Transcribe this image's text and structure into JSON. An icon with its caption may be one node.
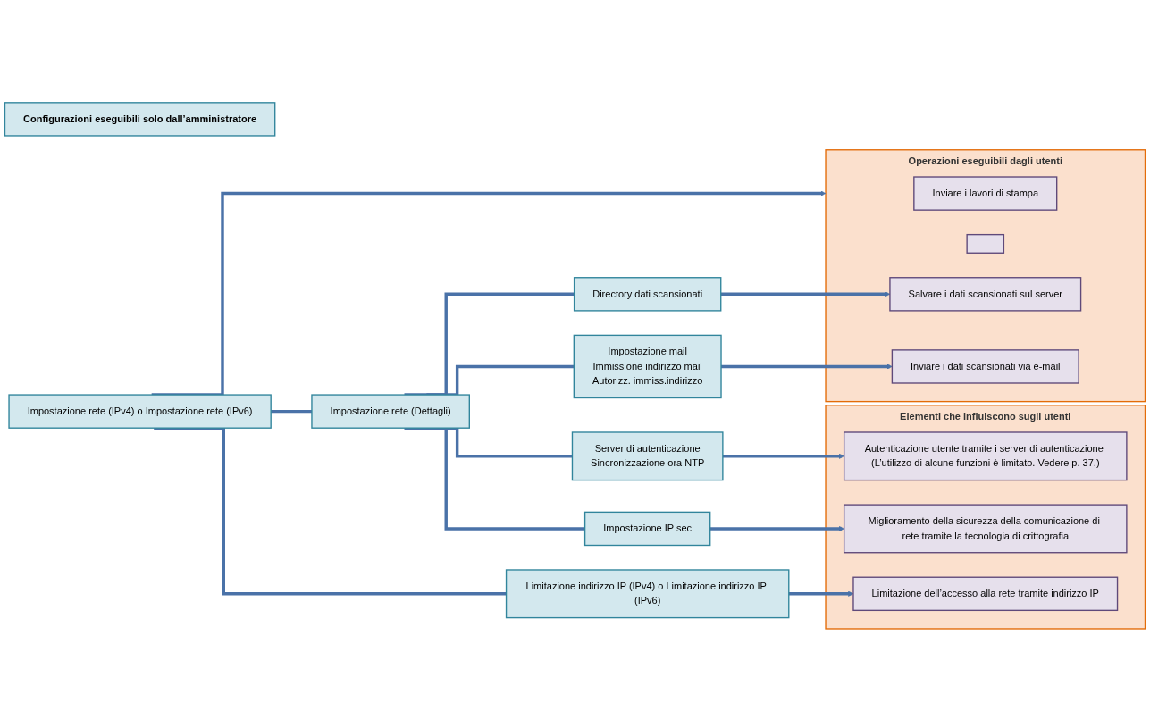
{
  "diagram": {
    "nodes": [
      {
        "text": [
          "Configurazioni eseguibili solo dall’amministratore"
        ]
      },
      {
        "text": [
          "Operazioni eseguibili dagli utenti"
        ]
      },
      {
        "text": [
          "Inviare i lavori di stampa"
        ],
        "in": 1
      },
      {
        "text": [],
        "shape": "box",
        "in": 1
      },
      {
        "text": [
          "Salvare i dati scansionati sul server"
        ],
        "in": 1
      },
      {
        "text": [
          "Inviare i dati scansionati via e-mail"
        ],
        "in": 1
      },
      {
        "text": [
          "Elementi che influiscono sugli utenti"
        ]
      },
      {
        "text": [
          "Autenticazione utente tramite i server di autenticazione (L’utilizzo di alcune funzioni è limitato. Vedere p. 37.)"
        ],
        "in": 6
      },
      {
        "text": [
          "Miglioramento della sicurezza della comunicazione di rete tramite la tecnologia di crittografia"
        ],
        "in": 6
      },
      {
        "text": [
          "Limitazione dell’accesso alla rete tramite indirizzo IP"
        ],
        "in": 6
      },
      {
        "text": [
          "Impostazione rete (IPv4) o Impostazione rete (IPv6)"
        ]
      },
      {
        "text": [
          "Impostazione rete (Dettagli)"
        ]
      },
      {
        "text": [
          "Directory dati scansionati"
        ]
      },
      {
        "text": [
          "Impostazione mail",
          "Immissione indirizzo mail",
          "Autorizz. immiss.indirizzo"
        ]
      },
      {
        "text": [
          "Server di autenticazione",
          "Sincronizzazione ora NTP"
        ]
      },
      {
        "text": [
          "Impostazione IP sec"
        ]
      },
      {
        "text": [
          "Limitazione indirizzo IP (IPv4) o Limitazione indirizzo IP (IPv6)"
        ]
      }
    ],
    "edges": [
      {
        "from": 10,
        "to": 1,
        "arrow": "to"
      },
      {
        "from": 10,
        "to": 11,
        "arrow": "none"
      },
      {
        "from": 10,
        "to": 16,
        "arrow": "none"
      },
      {
        "from": 11,
        "to": 12,
        "arrow": "none"
      },
      {
        "from": 11,
        "to": 13,
        "arrow": "none"
      },
      {
        "from": 11,
        "to": 14,
        "arrow": "none"
      },
      {
        "from": 11,
        "to": 15,
        "arrow": "none"
      },
      {
        "from": 12,
        "to": 4,
        "arrow": "to"
      },
      {
        "from": 13,
        "to": 5,
        "arrow": "to"
      },
      {
        "from": 14,
        "to": 7,
        "arrow": "to"
      },
      {
        "from": 15,
        "to": 8,
        "arrow": "to"
      },
      {
        "from": 16,
        "to": 9,
        "arrow": "to"
      }
    ]
  }
}
